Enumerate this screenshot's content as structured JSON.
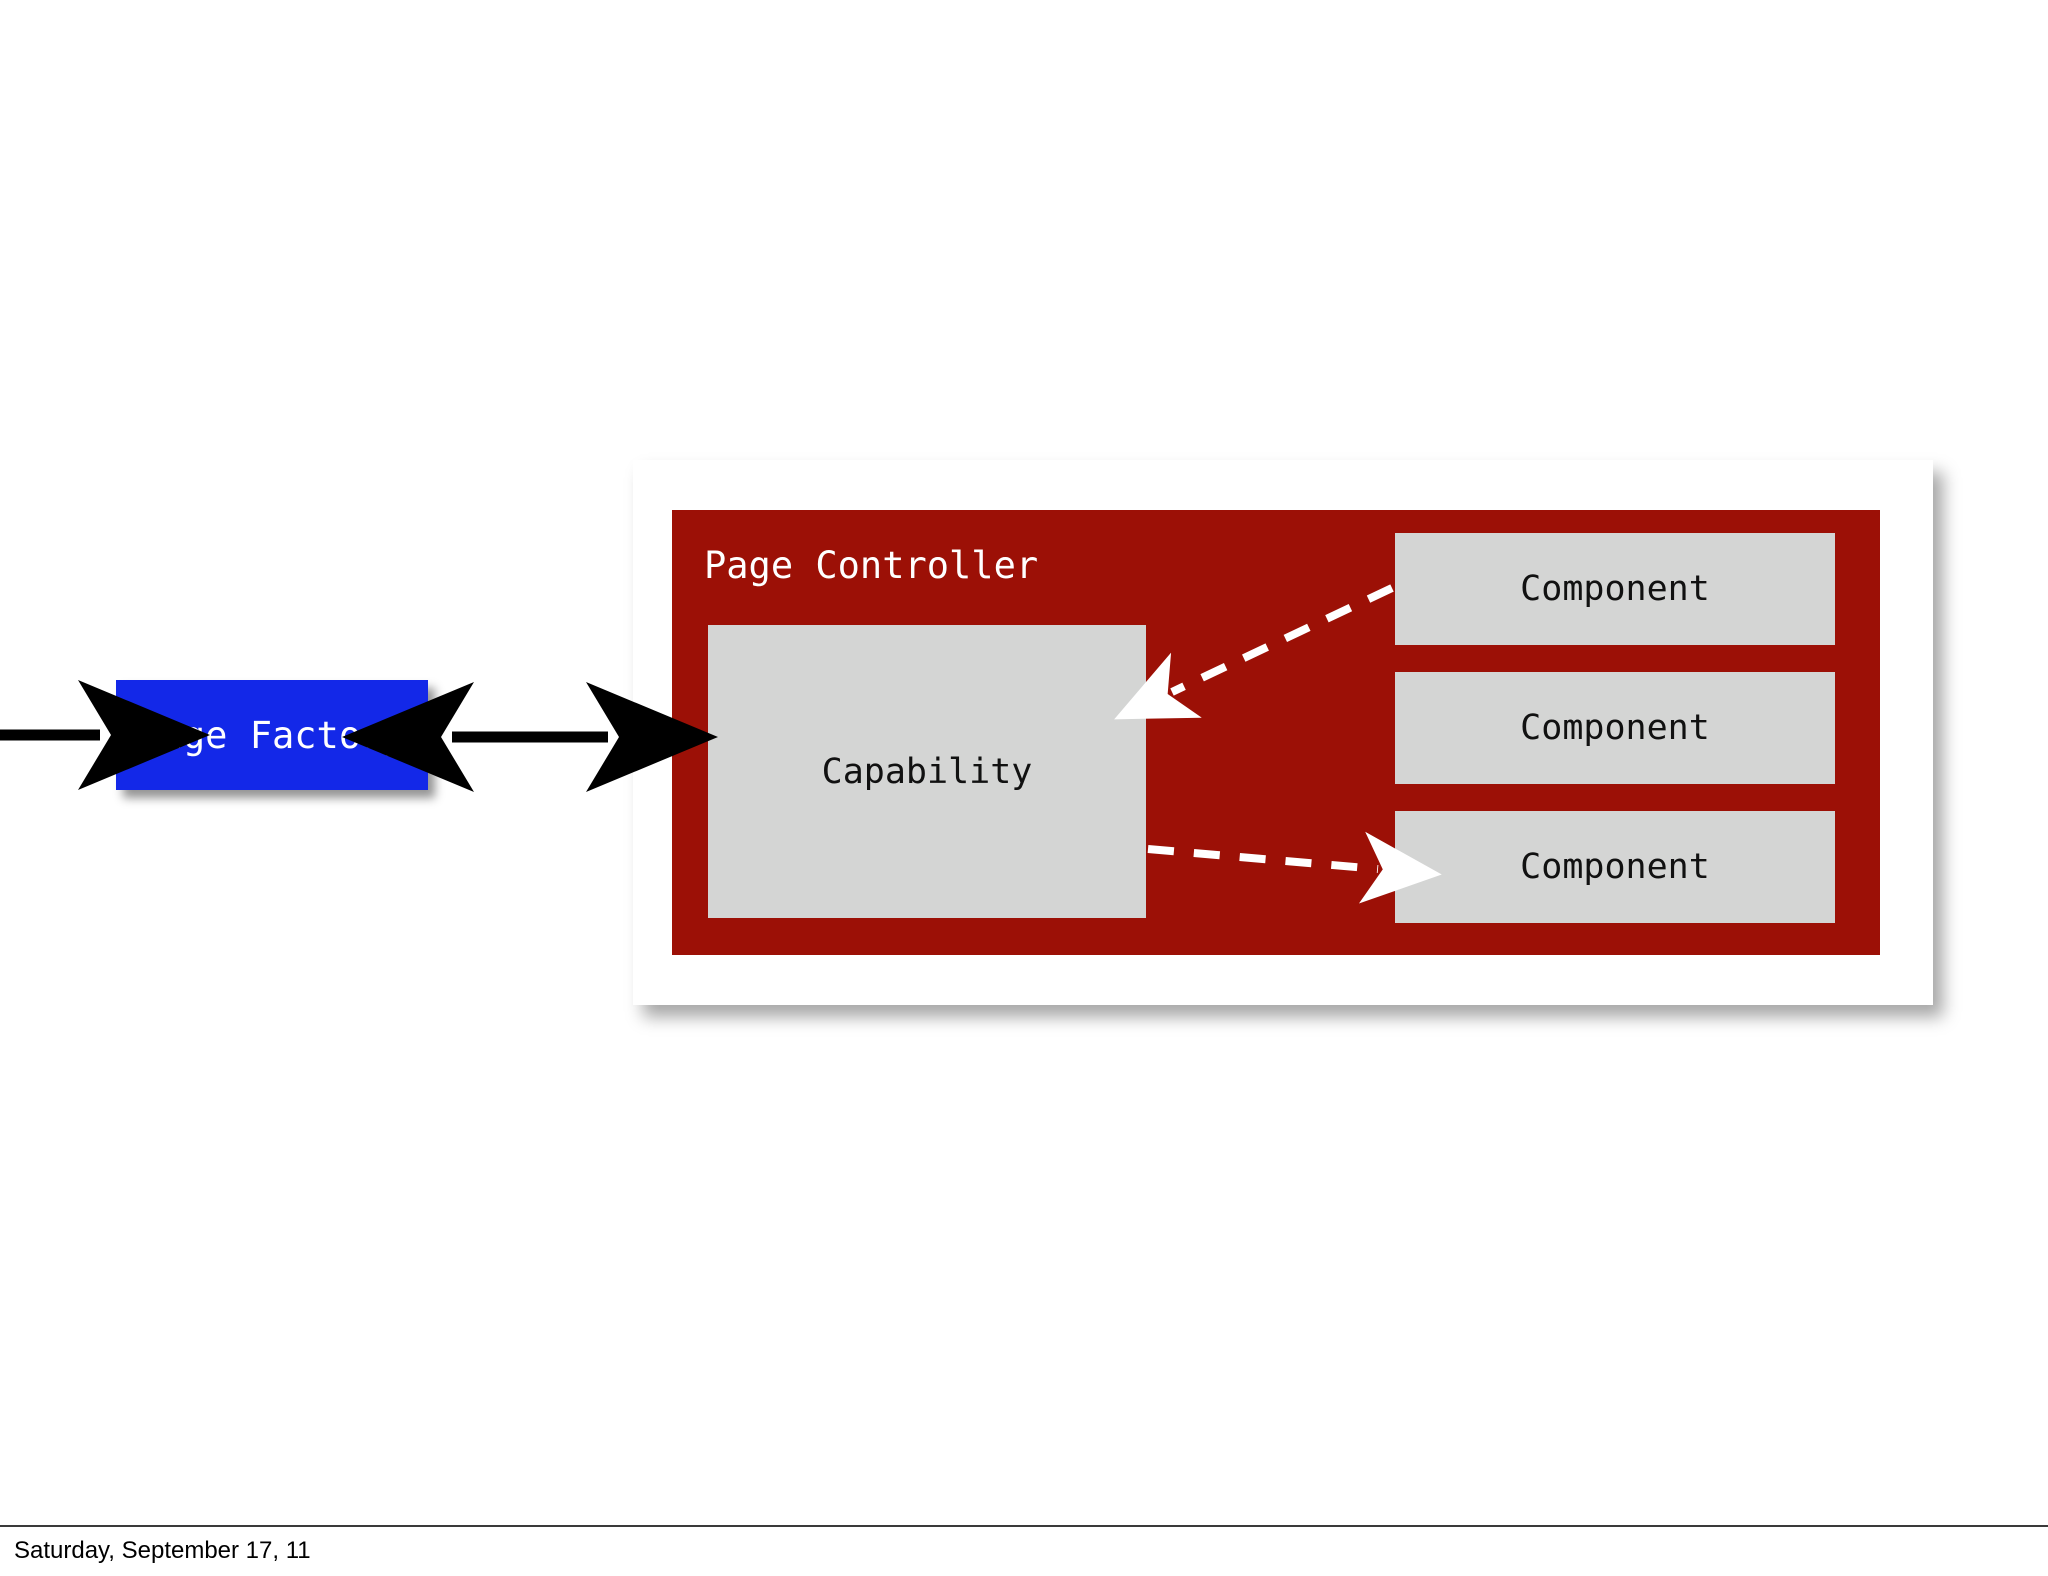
{
  "slide": {
    "background_color": "#ffffff",
    "footer_text": "Saturday, September 17, 11"
  },
  "diagram": {
    "type": "block-diagram",
    "nodes": [
      {
        "id": "page-factory",
        "label": "Page Factory",
        "fill": "#1328e8",
        "text_color": "#ffffff",
        "shape": "rectangle",
        "has_shadow": true
      },
      {
        "id": "page-controller",
        "label": "Page Controller",
        "fill": "#9c1006",
        "text_color": "#ffffff",
        "shape": "container",
        "title_align": "top-left"
      },
      {
        "id": "capability",
        "label": "Capability",
        "fill": "#d4d5d4",
        "text_color": "#111111",
        "shape": "rectangle",
        "parent": "page-controller"
      },
      {
        "id": "component-1",
        "label": "Component",
        "fill": "#d4d5d4",
        "text_color": "#111111",
        "shape": "rectangle",
        "parent": "page-controller"
      },
      {
        "id": "component-2",
        "label": "Component",
        "fill": "#d4d5d4",
        "text_color": "#111111",
        "shape": "rectangle",
        "parent": "page-controller"
      },
      {
        "id": "component-3",
        "label": "Component",
        "fill": "#d4d5d4",
        "text_color": "#111111",
        "shape": "rectangle",
        "parent": "page-controller"
      }
    ],
    "edges": [
      {
        "id": "incoming-edge",
        "from": "offscreen-left",
        "to": "page-factory",
        "style": "solid",
        "color": "#000000",
        "arrowheads": "end"
      },
      {
        "id": "factory-controller-edge",
        "from": "page-factory",
        "to": "page-controller",
        "style": "solid",
        "color": "#000000",
        "arrowheads": "both"
      },
      {
        "id": "component1-capability-edge",
        "from": "component-1",
        "to": "capability",
        "style": "dashed",
        "color": "#ffffff",
        "arrowheads": "end"
      },
      {
        "id": "capability-component3-edge",
        "from": "capability",
        "to": "component-3",
        "style": "dashed",
        "color": "#ffffff",
        "arrowheads": "end"
      }
    ],
    "panel": {
      "id": "controller-card",
      "fill": "#ffffff",
      "has_shadow": true
    }
  }
}
